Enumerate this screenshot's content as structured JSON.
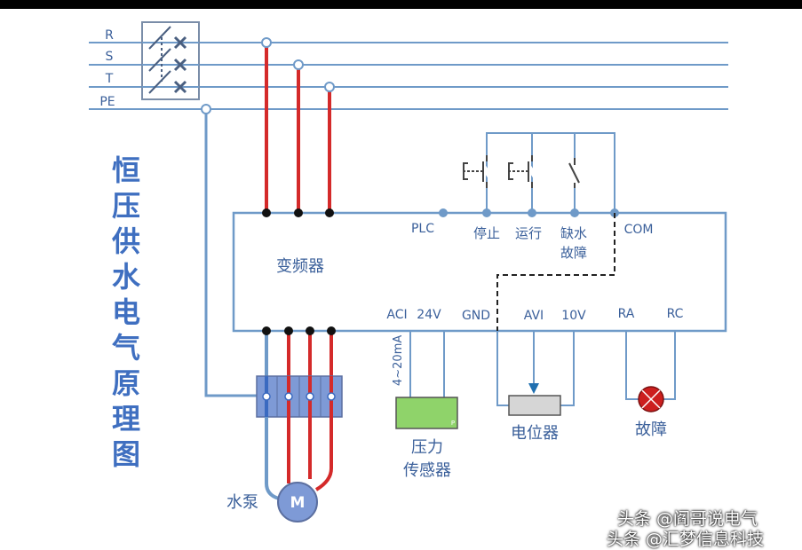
{
  "diagram": {
    "title_chars": [
      "恒",
      "压",
      "供",
      "水",
      "电",
      "气",
      "原",
      "理",
      "图"
    ],
    "phase_labels": {
      "r": "R",
      "s": "S",
      "t": "T",
      "pe": "PE"
    },
    "inverter_label": "变频器",
    "terminals_top": {
      "plc": "PLC",
      "stop": "停止",
      "run": "运行",
      "no_water_1": "缺水",
      "no_water_2": "故障",
      "com": "COM"
    },
    "terminals_bottom": {
      "aci": "ACI",
      "v24": "24V",
      "gnd": "GND",
      "avi": "AVI",
      "v10": "10V",
      "ra": "RA",
      "rc": "RC"
    },
    "current_range": "4~20mA",
    "sensor_label_1": "压力",
    "sensor_label_2": "传感器",
    "sensor_mark": "P",
    "potentiometer_label": "电位器",
    "fault_label": "故障",
    "pump_label": "水泵",
    "motor_label": "M"
  },
  "watermark": {
    "line1": "头条 @阎哥说电气",
    "line2": "头条 @汇梦信息科技"
  },
  "colors": {
    "wire": "#6f9ac8",
    "power": "#d42a2a",
    "text": "#3a5f9a",
    "title": "#3f6fc0"
  }
}
